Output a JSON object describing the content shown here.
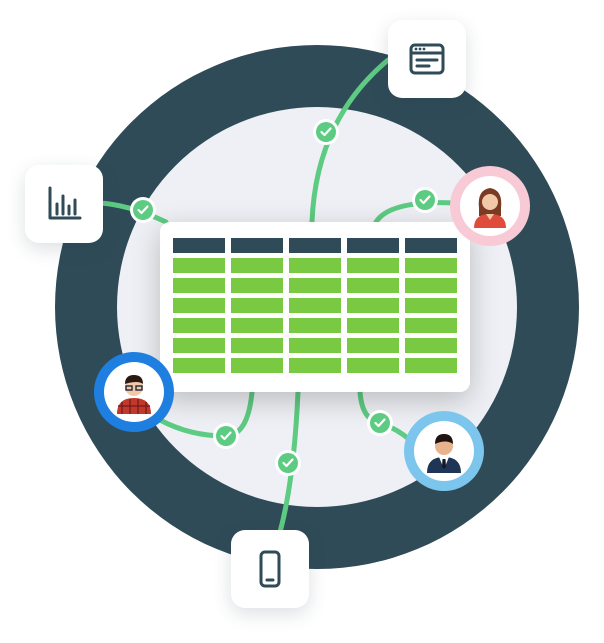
{
  "diagram": {
    "colors": {
      "ring_outer": "#2F4B57",
      "ring_inner": "#EEF0F5",
      "connector": "#5DCB82",
      "table_header": "#2F4B57",
      "table_cell": "#7AC943",
      "icon_stroke": "#2F4B57"
    },
    "table": {
      "columns": 5,
      "header_rows": 1,
      "body_rows": 6
    },
    "nodes": [
      {
        "name": "analytics-chart-icon",
        "kind": "icon-tile"
      },
      {
        "name": "browser-window-icon",
        "kind": "icon-tile"
      },
      {
        "name": "mobile-phone-icon",
        "kind": "icon-tile"
      },
      {
        "name": "woman-avatar",
        "kind": "avatar",
        "ring_color": "#F8CAD6"
      },
      {
        "name": "man-plaid-avatar",
        "kind": "avatar",
        "ring_color": "#1E7FE0"
      },
      {
        "name": "man-suit-avatar",
        "kind": "avatar",
        "ring_color": "#7CC6EE"
      }
    ],
    "checkmark_count": 6
  }
}
